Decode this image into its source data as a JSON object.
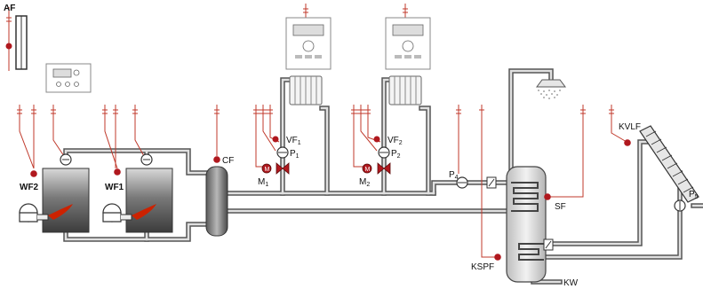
{
  "labels": {
    "af": "AF",
    "wf2": "WF2",
    "wf1": "WF1",
    "cf": "CF",
    "vf1_main": "VF",
    "vf1_sub": "1",
    "p1_main": "P",
    "p1_sub": "1",
    "m1_main": "M",
    "m1_sub": "1",
    "vf2_main": "VF",
    "vf2_sub": "2",
    "p2_main": "P",
    "p2_sub": "2",
    "m2_main": "M",
    "m2_sub": "2",
    "p4_main": "P",
    "p4_sub": "4",
    "sf": "SF",
    "kspf": "KSPF",
    "kw": "KW",
    "kvlf": "KVLF",
    "p5_main": "P",
    "p5_sub": "5",
    "motor_m": "M"
  },
  "colors": {
    "pipe_outline": "#555555",
    "pipe_fill": "#dcdcdc",
    "sensor_red": "#b0181e",
    "wire_red": "#c0392b",
    "boiler_dark": "#444444",
    "flame": "#cc2200"
  }
}
